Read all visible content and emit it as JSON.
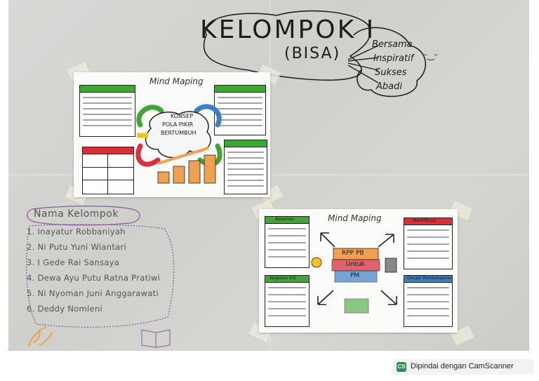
{
  "title": {
    "main": "KELOMPOK I",
    "sub": "(BISA)",
    "words": [
      "Bersama",
      "Inspiratif",
      "Sukses",
      "Abadi"
    ]
  },
  "mindmap_1": {
    "logo": "Mind Maping",
    "center": [
      "KONSEP",
      "POLA PIKIR",
      "BERTUMBUH"
    ]
  },
  "mindmap_2": {
    "logo": "Mind Maping",
    "center": [
      "RPP PB",
      "Untuk",
      "PM"
    ],
    "box_labels": [
      "Asesmen",
      "Identifikasi",
      "Kegiatan Inti",
      "Desain Pembelajaran"
    ]
  },
  "group": {
    "heading": "Nama Kelompok",
    "members": [
      "1. Inayatur Robbaniyah",
      "2. Ni Putu Yuni Wiantari",
      "3. I Gede Rai Sansaya",
      "4. Dewa Ayu Putu Ratna Pratiwi",
      "5. Ni Nyoman Juni Anggarawati",
      "6. Deddy Nomleni"
    ]
  },
  "watermark": {
    "icon": "CS",
    "text": "Dipindai dengan CamScanner"
  },
  "colors": {
    "paper": "#d4d4d1",
    "sheet": "#fbfbfa",
    "purple_outline": "#8a5aa0",
    "green": "#3fa535",
    "red": "#d9303a",
    "yellow": "#f3c41c",
    "orange": "#f0a050",
    "blue": "#3b7fc4"
  }
}
